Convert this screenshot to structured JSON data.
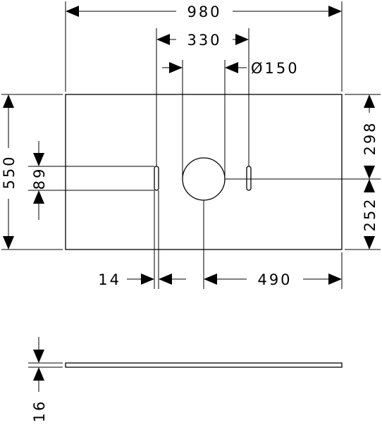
{
  "drawing": {
    "dimensions": {
      "overall_width": "980",
      "hole_spacing": "330",
      "hole_diameter": "Ø150",
      "overall_depth": "550",
      "slot_length": "89",
      "top_to_hole": "298",
      "hole_to_bottom": "252",
      "slot_width": "14",
      "hole_to_right": "490",
      "thickness": "16"
    },
    "colors": {
      "line": "#000000",
      "background": "#ffffff"
    }
  }
}
